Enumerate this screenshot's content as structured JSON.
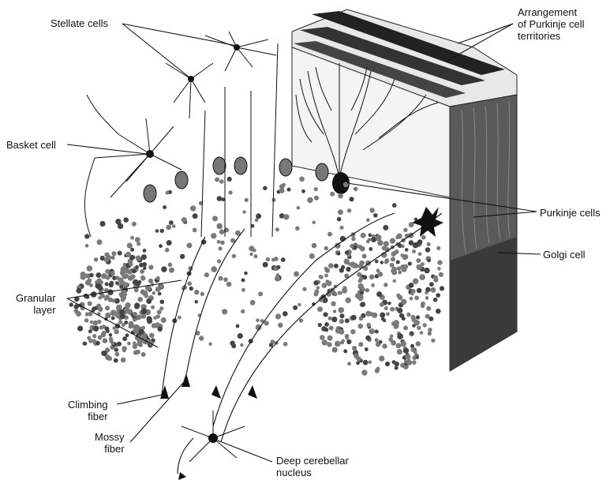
{
  "labels": {
    "stellate_cells": "Stellate cells",
    "basket_cell": "Basket cell",
    "arrangement_line1": "Arrangement",
    "arrangement_line2": "of Purkinje cell",
    "arrangement_line3": "territories",
    "purkinje_cells": "Purkinje cells",
    "golgi_cell": "Golgi cell",
    "granular_line1": "Granular",
    "granular_line2": "layer",
    "climbing_line1": "Climbing",
    "climbing_line2": "fiber",
    "mossy_line1": "Mossy",
    "mossy_line2": "fiber",
    "deep_line1": "Deep cerebellar",
    "deep_line2": "nucleus"
  },
  "colors": {
    "ink": "#111111",
    "block_shade": "#555555",
    "granule_dot": "#7a7a7a",
    "background": "#ffffff"
  }
}
